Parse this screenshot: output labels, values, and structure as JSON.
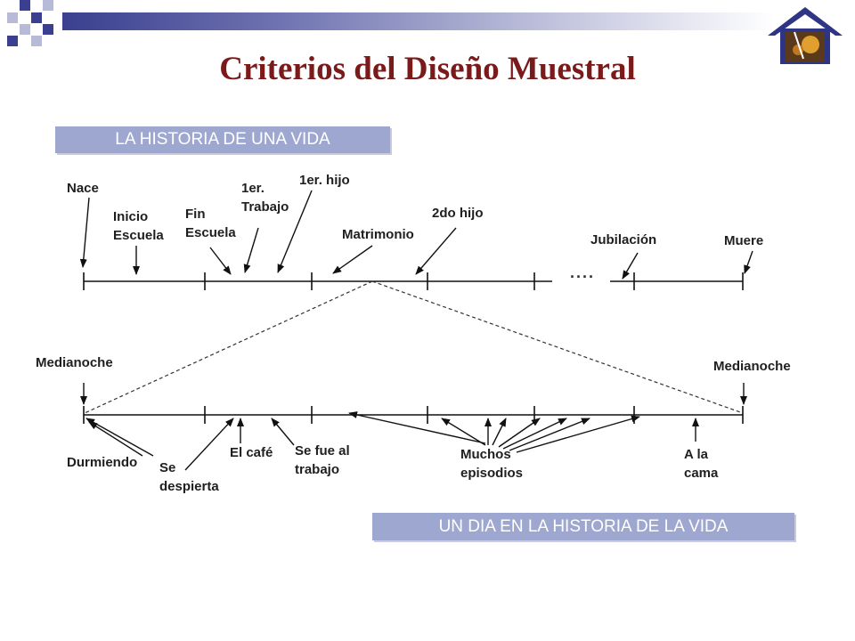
{
  "title": "Criterios del Diseño Muestral",
  "life_banner": "LA HISTORIA DE UNA VIDA",
  "day_banner": "UN DIA EN LA HISTORIA DE LA VIDA",
  "life_events": {
    "nace": "Nace",
    "inicio_escuela": "Inicio\nEscuela",
    "fin_escuela": "Fin\nEscuela",
    "primer_trabajo": "1er.\nTrabajo",
    "primer_hijo": "1er. hijo",
    "matrimonio": "Matrimonio",
    "segundo_hijo": "2do hijo",
    "jubilacion": "Jubilación",
    "muere": "Muere",
    "ellipsis": "...."
  },
  "day_events": {
    "medianoche_start": "Medianoche",
    "medianoche_end": "Medianoche",
    "durmiendo": "Durmiendo",
    "se_despierta": "Se\ndespierta",
    "el_cafe": "El café",
    "se_fue_al_trabajo": "Se fue al\ntrabajo",
    "muchos_episodios": "Muchos\nepisodios",
    "a_la_cama": "A la\ncama"
  },
  "colors": {
    "title": "#7b1a1a",
    "banner": "#9ea7cf",
    "topbar": "#3a3f8f"
  },
  "icons": [
    "grid-logo",
    "house-logo"
  ]
}
